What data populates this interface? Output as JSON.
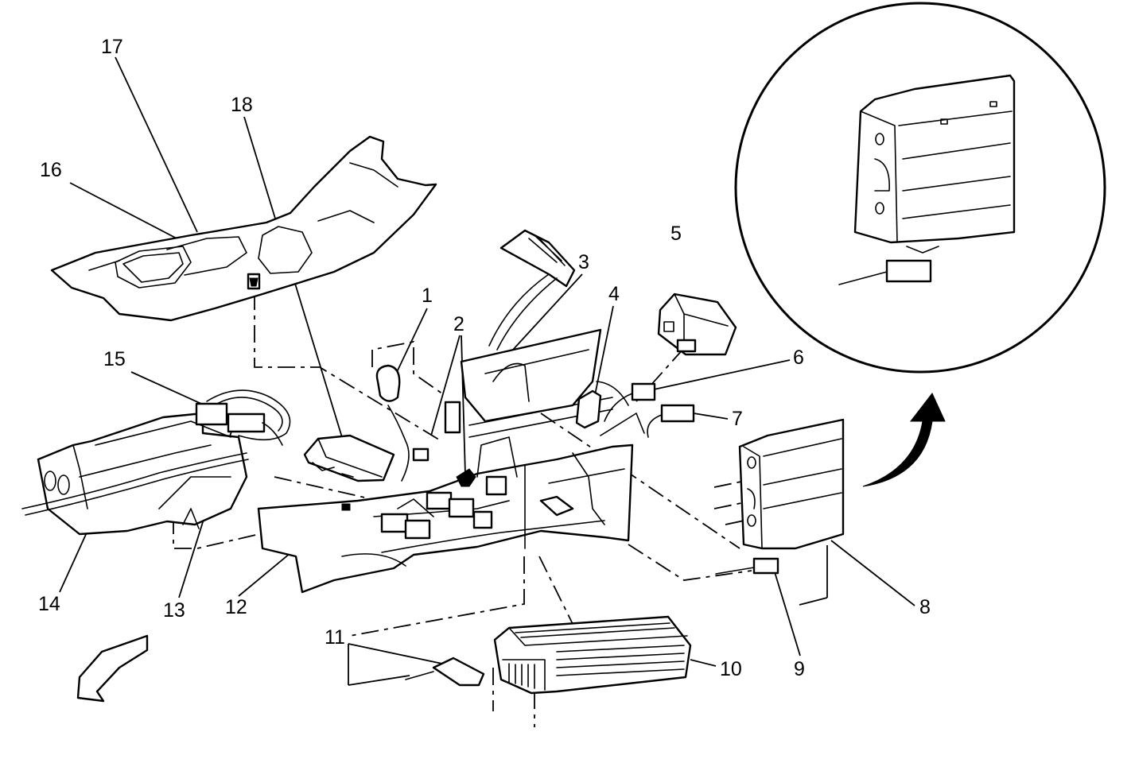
{
  "callouts": {
    "c1": "1",
    "c2": "2",
    "c3": "3",
    "c4": "4",
    "c5": "5",
    "c6": "6",
    "c7": "7",
    "c8_detail": "8",
    "c8_main": "8",
    "c9_detail": "9",
    "c9_main": "9",
    "c10": "10",
    "c11": "11",
    "c12": "12",
    "c13": "13",
    "c14": "14",
    "c15": "15",
    "c16": "16",
    "c17": "17",
    "c18": "18"
  },
  "icons": {
    "front_arrow_main": "front-direction-arrow-icon",
    "front_arrow_detail": "front-direction-arrow-icon",
    "detail_view_arrow": "curved-arrow-icon"
  },
  "colors": {
    "line": "#000000",
    "background": "#ffffff"
  }
}
